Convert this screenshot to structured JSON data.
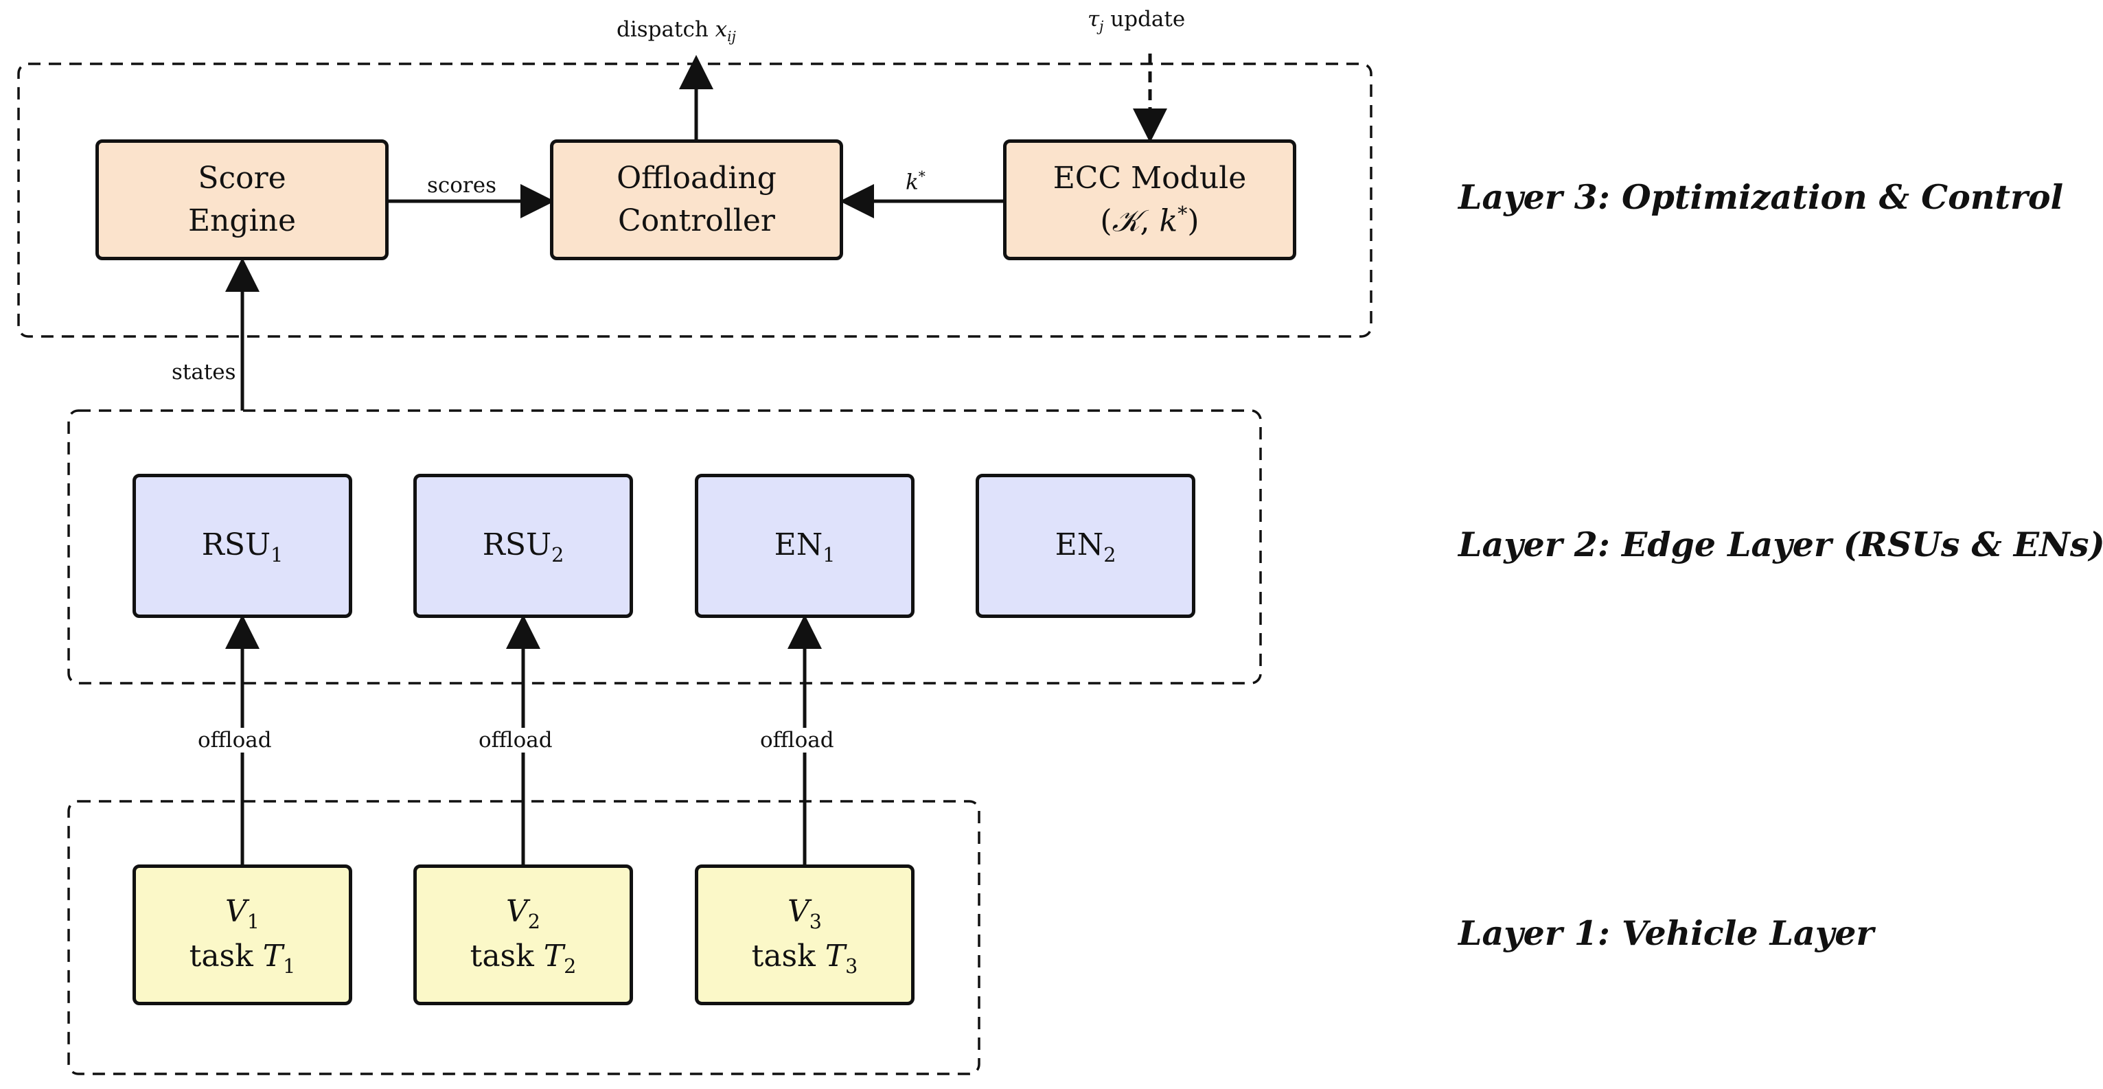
{
  "layers": {
    "layer3_title": "Layer 3: Optimization & Control",
    "layer2_title": "Layer 2: Edge Layer (RSUs & ENs)",
    "layer1_title": "Layer 1: Vehicle Layer"
  },
  "layer3": {
    "score_engine": {
      "line1": "Score",
      "line2": "Engine"
    },
    "offloading_controller": {
      "line1": "Offloading",
      "line2": "Controller"
    },
    "ecc_module": {
      "line1": "ECC Module",
      "line2_open": "(",
      "set_symbol": "𝒦",
      "sep": ", ",
      "k": "k",
      "star": "*",
      "line2_close": ")"
    }
  },
  "edge": {
    "rsu1": {
      "name": "RSU",
      "sub": "1"
    },
    "rsu2": {
      "name": "RSU",
      "sub": "2"
    },
    "en1": {
      "name": "EN",
      "sub": "1"
    },
    "en2": {
      "name": "EN",
      "sub": "2"
    }
  },
  "vehicles": [
    {
      "name": "V",
      "sub": "1",
      "task": "task ",
      "task_var": "T",
      "task_sub": "1"
    },
    {
      "name": "V",
      "sub": "2",
      "task": "task ",
      "task_var": "T",
      "task_sub": "2"
    },
    {
      "name": "V",
      "sub": "3",
      "task": "task ",
      "task_var": "T",
      "task_sub": "3"
    }
  ],
  "edges": {
    "scores": "scores",
    "kstar_k": "k",
    "kstar_star": "*",
    "dispatch_text": "dispatch ",
    "dispatch_var": "x",
    "dispatch_sub": "ij",
    "tau_var": "τ",
    "tau_sub": "j",
    "tau_text": " update",
    "states": "states",
    "offload1": "offload",
    "offload2": "offload",
    "offload3": "offload"
  },
  "colors": {
    "orange": "#fbe3cc",
    "blue": "#dfe2fb",
    "yellow": "#fbf8c8",
    "stroke": "#111111"
  }
}
